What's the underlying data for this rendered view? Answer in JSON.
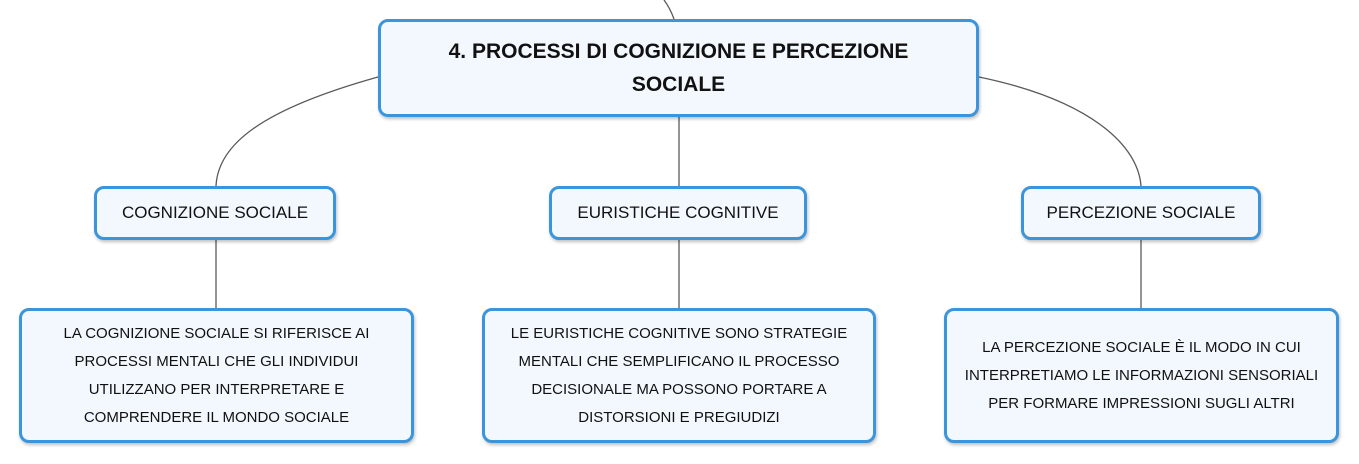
{
  "colors": {
    "accent": "#3a95dd",
    "node_fill": "#f2f8fd",
    "connector": "#5a5a5a"
  },
  "root": {
    "title": "4. PROCESSI DI COGNIZIONE E PERCEZIONE SOCIALE"
  },
  "branches": [
    {
      "label": "COGNIZIONE SOCIALE",
      "detail": "LA COGNIZIONE SOCIALE SI RIFERISCE AI PROCESSI MENTALI CHE GLI INDIVIDUI UTILIZZANO PER INTERPRETARE E COMPRENDERE IL MONDO SOCIALE"
    },
    {
      "label": "EURISTICHE COGNITIVE",
      "detail": "LE EURISTICHE COGNITIVE SONO STRATEGIE MENTALI CHE SEMPLIFICANO IL PROCESSO DECISIONALE MA POSSONO PORTARE A DISTORSIONI E PREGIUDIZI"
    },
    {
      "label": "PERCEZIONE SOCIALE",
      "detail": "LA PERCEZIONE SOCIALE È IL MODO IN CUI INTERPRETIAMO LE INFORMAZIONI SENSORIALI PER FORMARE IMPRESSIONI SUGLI ALTRI"
    }
  ]
}
